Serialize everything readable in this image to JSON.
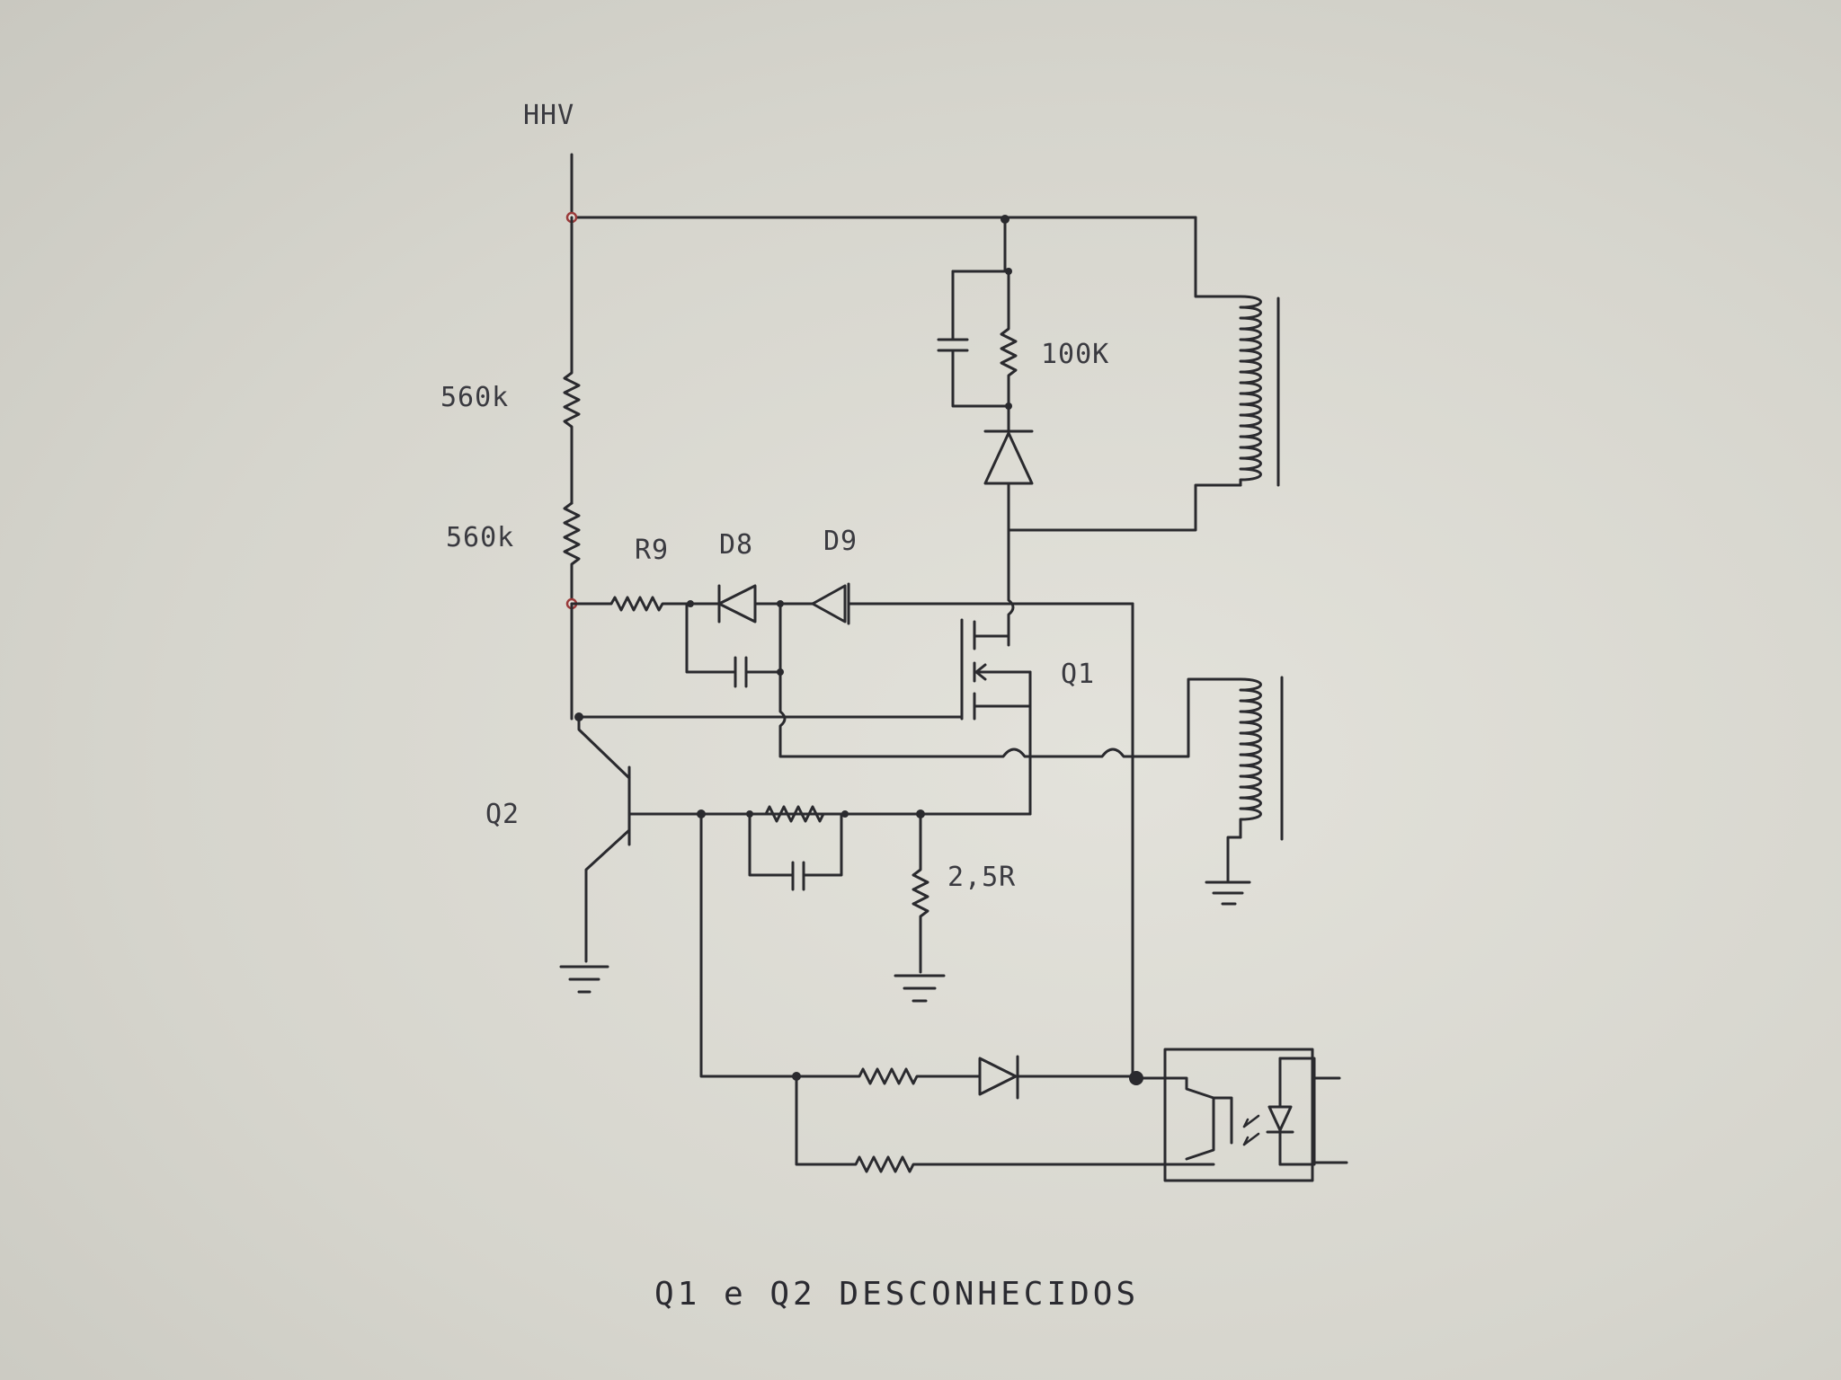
{
  "labels": {
    "hhv": "HHV",
    "r_top": "560k",
    "r_mid": "560k",
    "r9": "R9",
    "d8": "D8",
    "d9": "D9",
    "r_100k": "100K",
    "q1": "Q1",
    "q2": "Q2",
    "r_sense": "2,5R"
  },
  "caption": "Q1 e Q2 DESCONHECIDOS",
  "colors": {
    "paper": "#d9d8d1",
    "ink": "#2a2a2e",
    "node_red": "#9a3a3a"
  }
}
